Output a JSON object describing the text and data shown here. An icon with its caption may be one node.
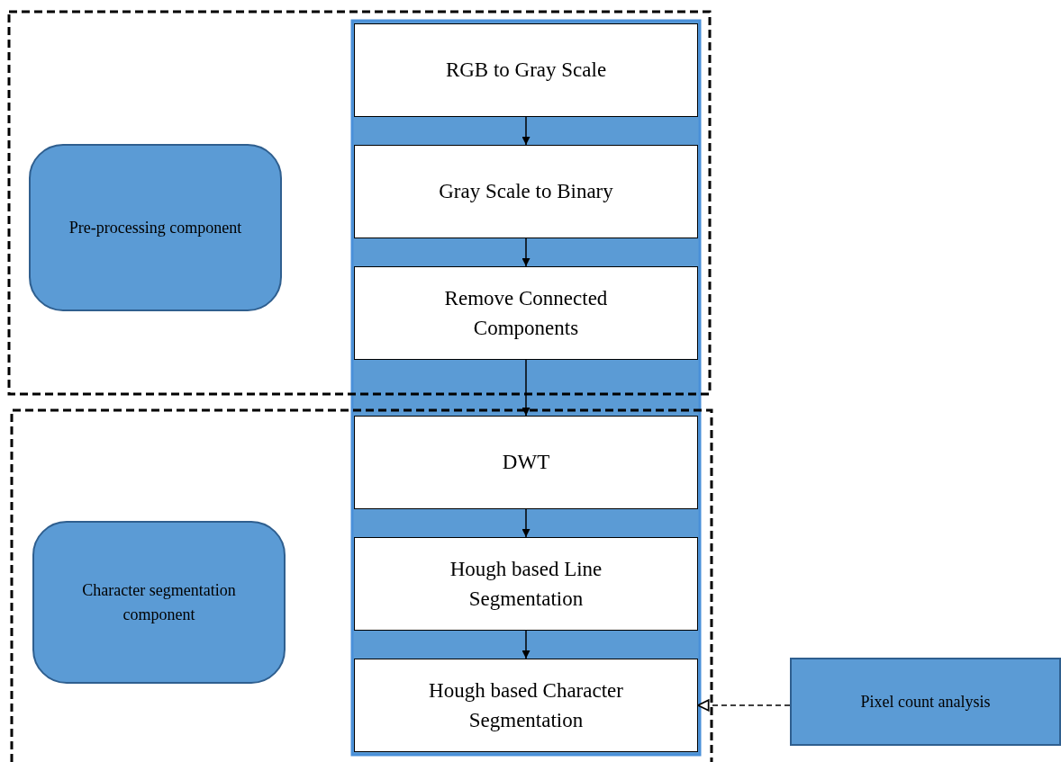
{
  "diagram": {
    "nodes": [
      {
        "text": [
          "Pre-processing component"
        ]
      },
      {
        "text": [
          "RGB to Gray Scale"
        ]
      },
      {
        "text": [
          "Gray Scale to Binary"
        ]
      },
      {
        "text": [
          "Remove Connected Components"
        ]
      },
      {
        "text": [
          "Character segmentation component"
        ]
      },
      {
        "text": [
          "DWT"
        ]
      },
      {
        "text": [
          "Hough based Line Segmentation"
        ]
      },
      {
        "text": [
          "Hough based Character Segmentation"
        ]
      },
      {
        "text": [
          "Pixel count analysis"
        ]
      }
    ],
    "edges": [
      {
        "from": 1,
        "to": 2,
        "arrow": "to"
      },
      {
        "from": 2,
        "to": 3,
        "arrow": "to"
      },
      {
        "from": 3,
        "to": 5,
        "arrow": "to"
      },
      {
        "from": 5,
        "to": 6,
        "arrow": "to"
      },
      {
        "from": 6,
        "to": 7,
        "arrow": "to"
      },
      {
        "from": 8,
        "to": 7,
        "arrow": "to",
        "style": "dashed"
      }
    ]
  }
}
